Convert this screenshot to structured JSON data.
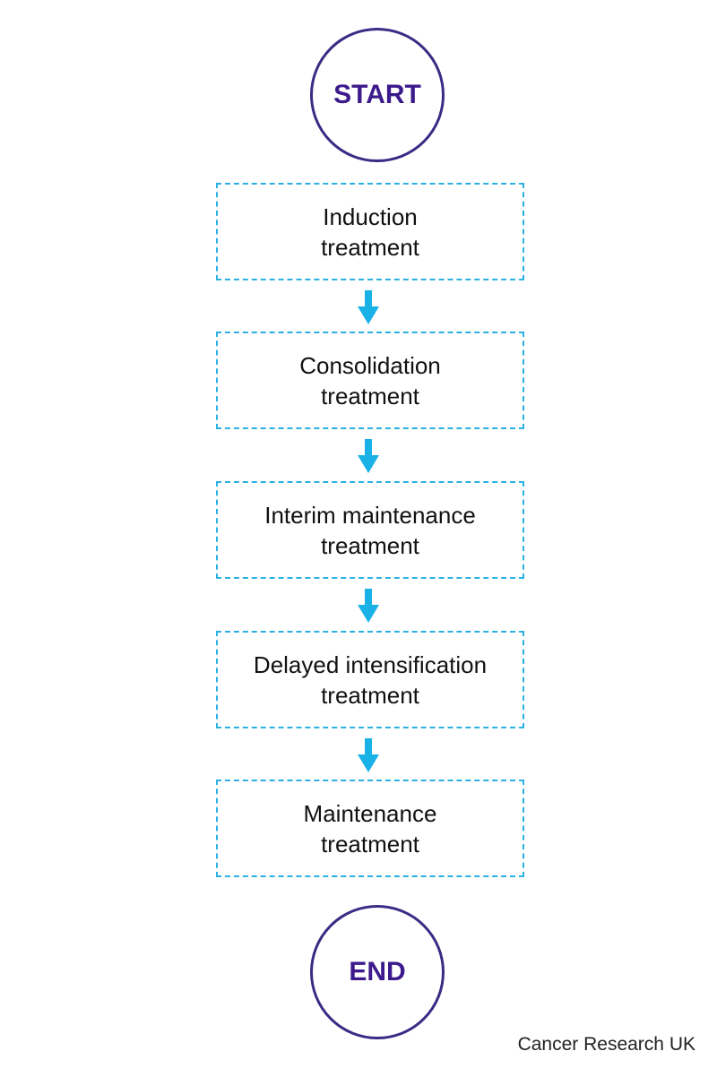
{
  "start_label": "START",
  "end_label": "END",
  "steps": [
    {
      "line1": "Induction",
      "line2": "treatment"
    },
    {
      "line1": "Consolidation",
      "line2": "treatment"
    },
    {
      "line1": "Interim maintenance",
      "line2": "treatment"
    },
    {
      "line1": "Delayed intensification",
      "line2": "treatment"
    },
    {
      "line1": "Maintenance",
      "line2": "treatment"
    }
  ],
  "credit": "Cancer Research UK",
  "colors": {
    "terminal_border": "#3c2a85",
    "terminal_text": "#3c1a8c",
    "step_border": "#2bb0e4",
    "arrow": "#1ab2e6"
  }
}
